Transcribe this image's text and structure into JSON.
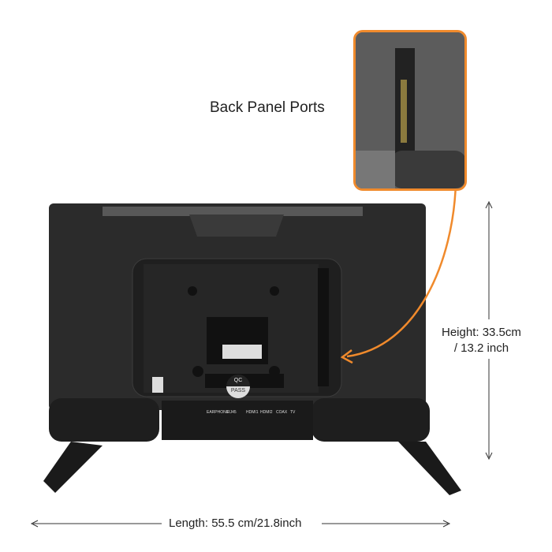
{
  "callout": {
    "label": "Back Panel Ports"
  },
  "dimensions": {
    "height_line1": "Height: 33.5cm",
    "height_line2": "/ 13.2 inch",
    "length": "Length: 55.5 cm/21.8inch"
  },
  "tv": {
    "qc_top": "QC",
    "qc_bottom": "PASS",
    "ports": [
      "EARPHONE",
      "RJ45",
      "HDMI1",
      "HDMI2",
      "COAX",
      "TV"
    ]
  },
  "colors": {
    "accent": "#f08a2c",
    "body": "#2b2b2b"
  }
}
